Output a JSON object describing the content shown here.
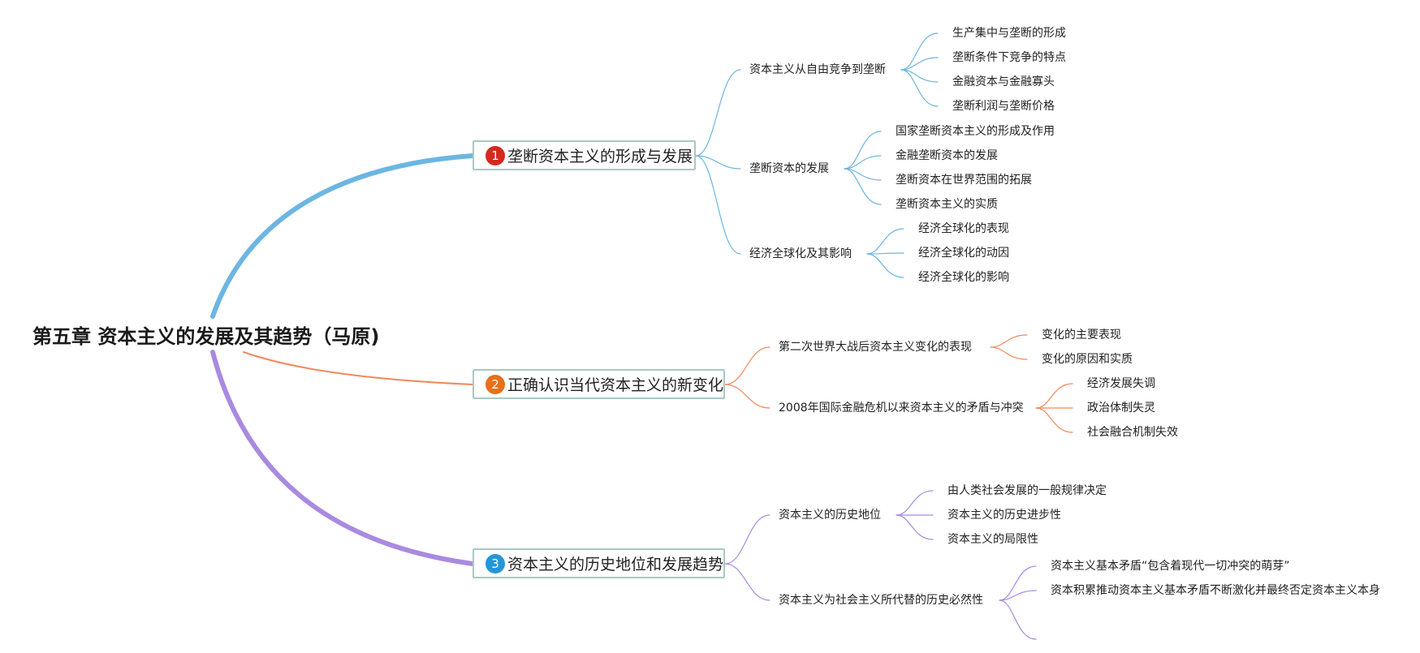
{
  "colors": {
    "branch1": "#6cb6e2",
    "branch2": "#f08a5d",
    "branch3": "#a98ae0",
    "badge1": "#d42a1d",
    "badge2": "#e8701a",
    "badge3": "#2496d8",
    "topic_border": "#a9c9c2"
  },
  "root": {
    "title": "第五章 资本主义的发展及其趋势（马原)"
  },
  "topics": [
    {
      "badge": "1",
      "label": "垄断资本主义的形成与发展",
      "subtopics": [
        {
          "label": "资本主义从自由竞争到垄断",
          "leaves": [
            "生产集中与垄断的形成",
            "垄断条件下竞争的特点",
            "金融资本与金融寡头",
            "垄断利润与垄断价格"
          ]
        },
        {
          "label": "垄断资本的发展",
          "leaves": [
            "国家垄断资本主义的形成及作用",
            "金融垄断资本的发展",
            "垄断资本在世界范围的拓展",
            "垄断资本主义的实质"
          ]
        },
        {
          "label": "经济全球化及其影响",
          "leaves": [
            "经济全球化的表现",
            "经济全球化的动因",
            "经济全球化的影响"
          ]
        }
      ]
    },
    {
      "badge": "2",
      "label": "正确认识当代资本主义的新变化",
      "subtopics": [
        {
          "label": "第二次世界大战后资本主义变化的表现",
          "leaves": [
            "变化的主要表现",
            "变化的原因和实质"
          ]
        },
        {
          "label": "2008年国际金融危机以来资本主义的矛盾与冲突",
          "leaves": [
            "经济发展失调",
            "政治体制失灵",
            "社会融合机制失效"
          ]
        }
      ]
    },
    {
      "badge": "3",
      "label": "资本主义的历史地位和发展趋势",
      "subtopics": [
        {
          "label": "资本主义的历史地位",
          "leaves": [
            "由人类社会发展的一般规律决定",
            "资本主义的历史进步性",
            "资本主义的局限性"
          ]
        },
        {
          "label": "资本主义为社会主义所代替的历史必然性",
          "leaves": [
            "资本主义基本矛盾“包含着现代一切冲突的萌芽”",
            "资本积累推动资本主义基本矛盾不断激化并最终否定资本主义本身",
            ""
          ]
        }
      ]
    }
  ]
}
